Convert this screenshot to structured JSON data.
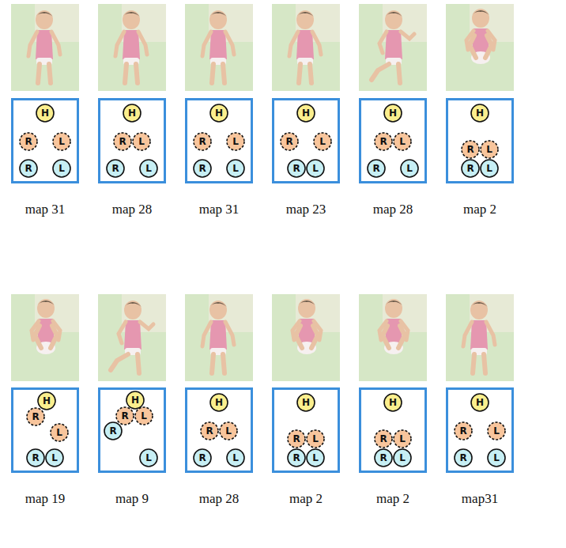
{
  "diagram": {
    "nodes": [
      {
        "text": [
          "map 31"
        ]
      },
      {
        "text": [
          "H"
        ],
        "in": 0
      },
      {
        "text": [
          "R"
        ],
        "in": 0
      },
      {
        "text": [
          "L"
        ],
        "in": 0
      },
      {
        "text": [
          "R"
        ],
        "in": 0
      },
      {
        "text": [
          "L"
        ],
        "in": 0
      },
      {
        "text": [
          "map 28"
        ]
      },
      {
        "text": [
          "H"
        ],
        "in": 6
      },
      {
        "text": [
          "R"
        ],
        "in": 6
      },
      {
        "text": [
          "L"
        ],
        "in": 6
      },
      {
        "text": [
          "R"
        ],
        "in": 6
      },
      {
        "text": [
          "L"
        ],
        "in": 6
      },
      {
        "text": [
          "map 31"
        ]
      },
      {
        "text": [
          "H"
        ],
        "in": 12
      },
      {
        "text": [
          "R"
        ],
        "in": 12
      },
      {
        "text": [
          "L"
        ],
        "in": 12
      },
      {
        "text": [
          "R"
        ],
        "in": 12
      },
      {
        "text": [
          "L"
        ],
        "in": 12
      },
      {
        "text": [
          "map 23"
        ]
      },
      {
        "text": [
          "H"
        ],
        "in": 18
      },
      {
        "text": [
          "R"
        ],
        "in": 18
      },
      {
        "text": [
          "L"
        ],
        "in": 18
      },
      {
        "text": [
          "R"
        ],
        "in": 18
      },
      {
        "text": [
          "L"
        ],
        "in": 18
      },
      {
        "text": [
          "map 28"
        ]
      },
      {
        "text": [
          "H"
        ],
        "in": 24
      },
      {
        "text": [
          "R"
        ],
        "in": 24
      },
      {
        "text": [
          "L"
        ],
        "in": 24
      },
      {
        "text": [
          "R"
        ],
        "in": 24
      },
      {
        "text": [
          "L"
        ],
        "in": 24
      },
      {
        "text": [
          "map 2"
        ]
      },
      {
        "text": [
          "H"
        ],
        "in": 30
      },
      {
        "text": [
          "R"
        ],
        "in": 30
      },
      {
        "text": [
          "L"
        ],
        "in": 30
      },
      {
        "text": [
          "R"
        ],
        "in": 30
      },
      {
        "text": [
          "L"
        ],
        "in": 30
      },
      {
        "text": [
          "map 19"
        ]
      },
      {
        "text": [
          "H"
        ],
        "in": 36
      },
      {
        "text": [
          "R"
        ],
        "in": 36
      },
      {
        "text": [
          "L"
        ],
        "in": 36
      },
      {
        "text": [
          "R"
        ],
        "in": 36
      },
      {
        "text": [
          "L"
        ],
        "in": 36
      },
      {
        "text": [
          "map 9"
        ]
      },
      {
        "text": [
          "H"
        ],
        "in": 42
      },
      {
        "text": [
          "R"
        ],
        "in": 42
      },
      {
        "text": [
          "L"
        ],
        "in": 42
      },
      {
        "text": [
          "R"
        ],
        "in": 42
      },
      {
        "text": [
          "L"
        ],
        "in": 42
      },
      {
        "text": [
          "map 28"
        ]
      },
      {
        "text": [
          "H"
        ],
        "in": 48
      },
      {
        "text": [
          "R"
        ],
        "in": 48
      },
      {
        "text": [
          "L"
        ],
        "in": 48
      },
      {
        "text": [
          "R"
        ],
        "in": 48
      },
      {
        "text": [
          "L"
        ],
        "in": 48
      },
      {
        "text": [
          "map 2"
        ]
      },
      {
        "text": [
          "H"
        ],
        "in": 54
      },
      {
        "text": [
          "R"
        ],
        "in": 54
      },
      {
        "text": [
          "L"
        ],
        "in": 54
      },
      {
        "text": [
          "R"
        ],
        "in": 54
      },
      {
        "text": [
          "L"
        ],
        "in": 54
      },
      {
        "text": [
          "map 2"
        ]
      },
      {
        "text": [
          "H"
        ],
        "in": 60
      },
      {
        "text": [
          "R"
        ],
        "in": 60
      },
      {
        "text": [
          "L"
        ],
        "in": 60
      },
      {
        "text": [
          "R"
        ],
        "in": 60
      },
      {
        "text": [
          "L"
        ],
        "in": 60
      },
      {
        "text": [
          "map31"
        ]
      },
      {
        "text": [
          "H"
        ],
        "in": 66
      },
      {
        "text": [
          "R"
        ],
        "in": 66
      },
      {
        "text": [
          "L"
        ],
        "in": 66
      },
      {
        "text": [
          "R"
        ],
        "in": 66
      },
      {
        "text": [
          "L"
        ],
        "in": 66
      }
    ]
  }
}
